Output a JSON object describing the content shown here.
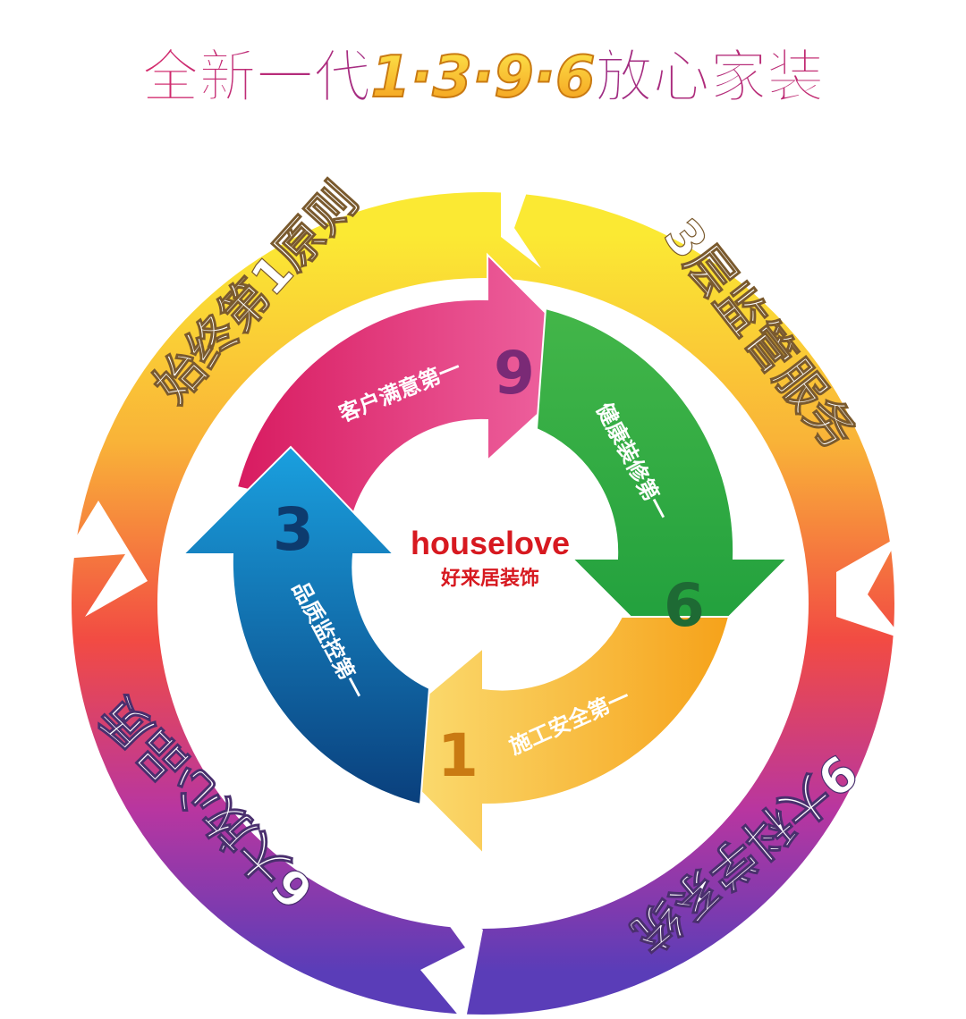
{
  "title": {
    "prefix": "全新一代",
    "numbers": "1·3·9·6",
    "suffix": "放心家装"
  },
  "outer_ring": [
    {
      "label": "始终第1原则"
    },
    {
      "label": "3层监管服务"
    },
    {
      "label": "9大科学系统"
    },
    {
      "label": "6大放心品质"
    }
  ],
  "inner_arrows": [
    {
      "number": "9",
      "label": "客户满意第一",
      "color": "#e8297a"
    },
    {
      "number": "6",
      "label": "健康装修第一",
      "color": "#2aa846"
    },
    {
      "number": "1",
      "label": "施工安全第一",
      "color": "#f5b419"
    },
    {
      "number": "3",
      "label": "品质监控第一",
      "color": "#1172b9"
    }
  ],
  "center": {
    "brand": "houselove",
    "subtitle": "好来居装饰"
  },
  "colors": {
    "ring_top": "#f7e23a",
    "ring_mid": "#f04a43",
    "ring_bottom": "#5b3fb5",
    "brand_red": "#d71920"
  }
}
